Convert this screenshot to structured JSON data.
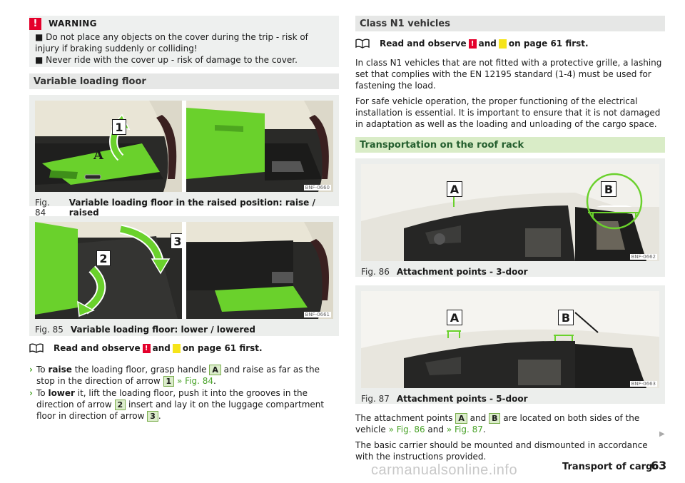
{
  "warning": {
    "icon": "!",
    "title": "WARNING",
    "items": [
      "■ Do not place any objects on the cover during the trip - risk of injury if braking suddenly or colliding!",
      "■ Never ride with the cover up - risk of damage to the cover."
    ]
  },
  "left_section": {
    "title": "Variable loading floor"
  },
  "fig84": {
    "number": "Fig. 84",
    "caption": "Variable loading floor in the raised position: raise / raised",
    "code": "BNF-0660",
    "label_1": "1",
    "label_a": "A"
  },
  "fig85": {
    "number": "Fig. 85",
    "caption": "Variable loading floor: lower / lowered",
    "code": "BNF-0661",
    "label_2": "2",
    "label_3": "3"
  },
  "left_read": {
    "prefix": "Read and observe",
    "and": "and",
    "suffix": "on page 61 first."
  },
  "steps": [
    {
      "a": "To ",
      "b": "raise",
      "c": " the loading floor, grasp handle ",
      "k1": "A",
      "d": " and raise as far as the stop in the direction of arrow ",
      "k2": "1",
      "link": " » Fig. 84",
      "e": "."
    },
    {
      "a": "To ",
      "b": "lower",
      "c": " it, lift the loading floor, push it into the grooves in the direction of arrow ",
      "k1": "2",
      "d": " insert and lay it on the luggage compartment floor in direction of arrow ",
      "k2": "3",
      "e": "."
    }
  ],
  "right_section": {
    "title": "Class N1 vehicles"
  },
  "right_read": {
    "prefix": "Read and observe",
    "and": "and",
    "suffix": "on page 61 first."
  },
  "n1_paragraphs": [
    "In class N1 vehicles that are not fitted with a protective grille, a lashing set that complies with the EN 12195 standard (1-4) must be used for fastening the load.",
    "For safe vehicle operation, the proper functioning of the electrical installation is essential. It is important to ensure that it is not damaged in adaptation as well as the loading and unloading of the cargo space."
  ],
  "roof_section": {
    "title": "Transportation on the roof rack"
  },
  "fig86": {
    "number": "Fig. 86",
    "caption": "Attachment points - 3-door",
    "code": "BNF-0662",
    "label_a": "A",
    "label_b": "B"
  },
  "fig87": {
    "number": "Fig. 87",
    "caption": "Attachment points - 5-door",
    "code": "BNF-0663",
    "label_a": "A",
    "label_b": "B"
  },
  "attach": {
    "a": "The attachment points ",
    "k1": "A",
    "b": " and ",
    "k2": "B",
    "c": " are located on both sides of the vehicle ",
    "l1": "» Fig. 86",
    "d": " and ",
    "l2": "» Fig. 87",
    "e": "."
  },
  "carrier": "The basic carrier should be mounted and dismounted in accordance with the instructions provided.",
  "footer": {
    "section": "Transport of cargo",
    "page": "63"
  },
  "watermark": "carmanualsonline.info",
  "colors": {
    "warning_red": "#e4002b",
    "skoda_green": "#4aa32a",
    "highlight_green": "#6ad12c"
  }
}
